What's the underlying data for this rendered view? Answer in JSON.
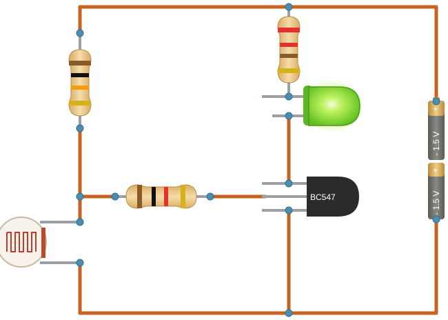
{
  "components": {
    "transistor": {
      "label": "BC547"
    },
    "battery_top": {
      "label": "- 1.5 V",
      "plus": "+"
    },
    "battery_bottom": {
      "label": "- 1.5 V",
      "plus": "+"
    }
  },
  "colors": {
    "wire": "#c8631f",
    "lead": "#9aa0a6",
    "node": "#4a8fb0",
    "resistor_body": "#e9c68a",
    "led": "#9be04a",
    "transistor": "#2b2b2b",
    "battery": "#6f6f6a",
    "ldr_track": "#c0392b"
  },
  "resistors": {
    "r_left": {
      "bands": [
        "#8b5a2b",
        "#111111",
        "#f39c12",
        "#d4b21a"
      ]
    },
    "r_top": {
      "bands": [
        "#e53030",
        "#e53030",
        "#8b5a2b",
        "#d4b21a"
      ]
    },
    "r_base": {
      "bands": [
        "#8b5a2b",
        "#111111",
        "#e53030",
        "#d4b21a"
      ]
    }
  }
}
